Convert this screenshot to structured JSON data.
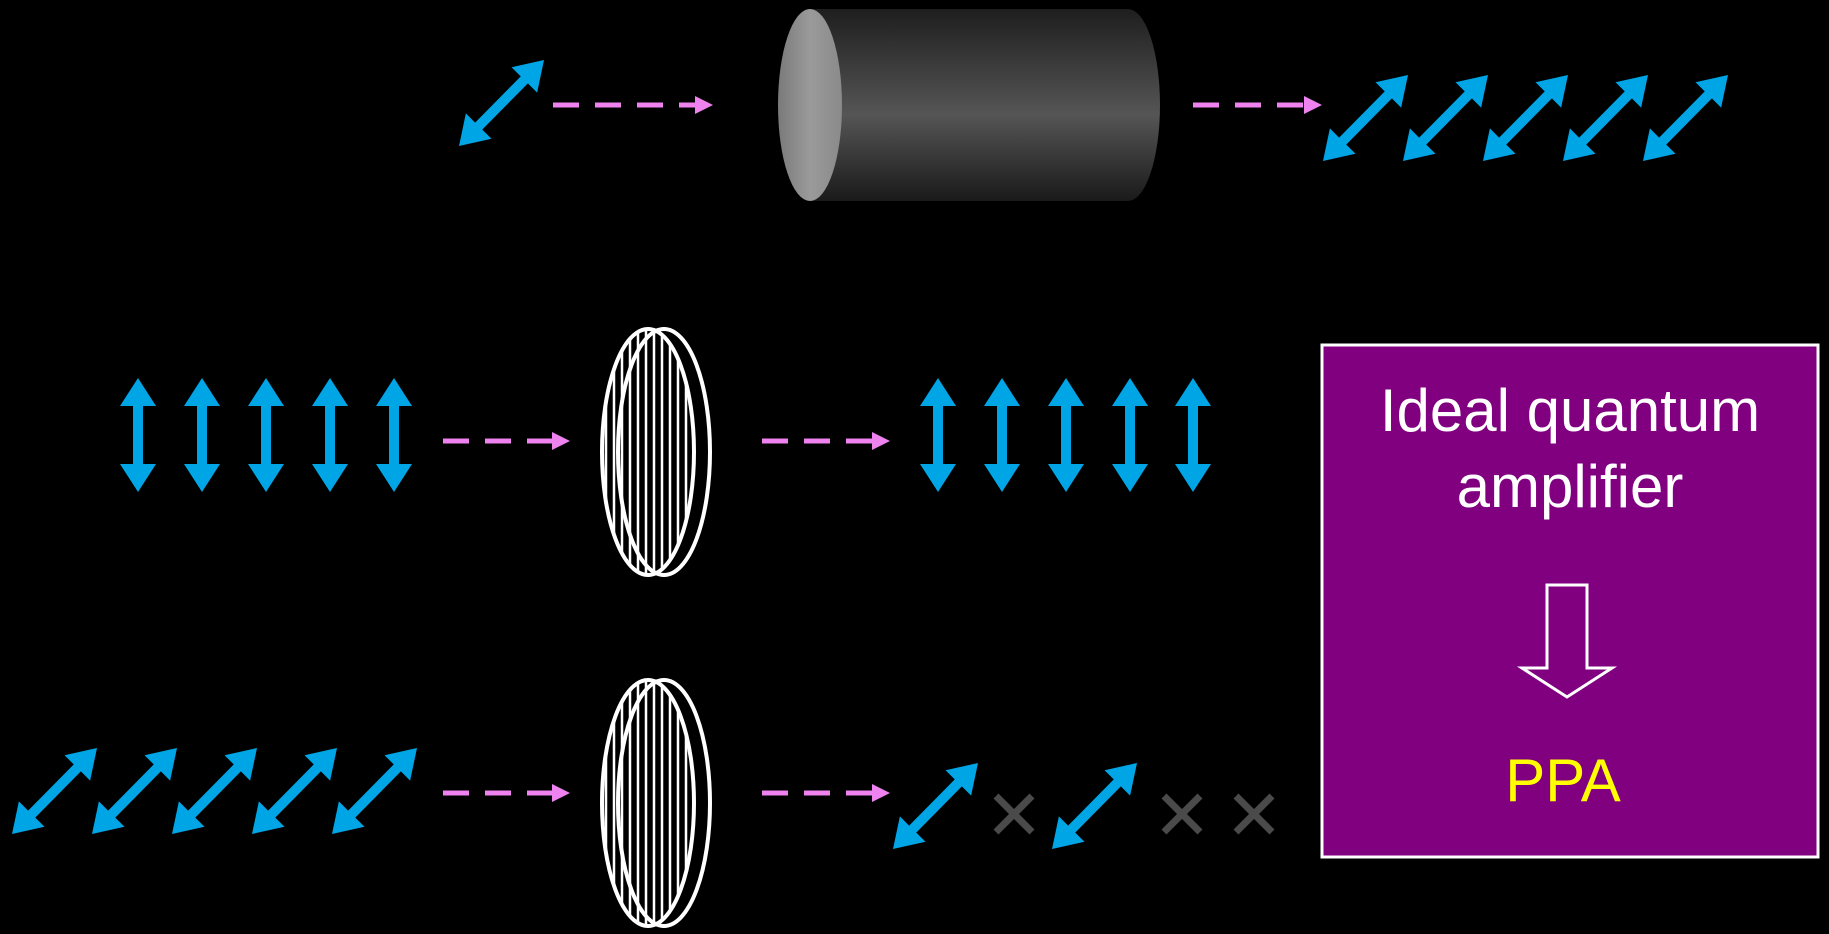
{
  "colors": {
    "background": "#000000",
    "photon_arrow": "#00a5e6",
    "path_arrow": "#ee82ee",
    "lost_marker": "#4a4a4a",
    "box_fill": "#800080",
    "box_border": "#ffffff",
    "box_title": "#ffffff",
    "box_result": "#ffff00"
  },
  "rows": [
    {
      "id": "amplifier-row",
      "device": "cylinder-amplifier",
      "input_polarization": "diagonal",
      "input_count": 1,
      "output_polarization": "diagonal",
      "output_count": 5
    },
    {
      "id": "vertical-row",
      "device": "polarizer",
      "input_polarization": "vertical",
      "input_count": 5,
      "output_polarization": "vertical",
      "output_count": 5
    },
    {
      "id": "diagonal-row",
      "device": "polarizer",
      "input_polarization": "diagonal",
      "input_count": 5,
      "output_sequence": [
        "pass",
        "lost",
        "pass",
        "lost",
        "lost"
      ]
    }
  ],
  "info_box": {
    "title_line1": "Ideal quantum",
    "title_line2": "amplifier",
    "arrow_icon": "hollow-down-arrow",
    "result": "PPA"
  }
}
